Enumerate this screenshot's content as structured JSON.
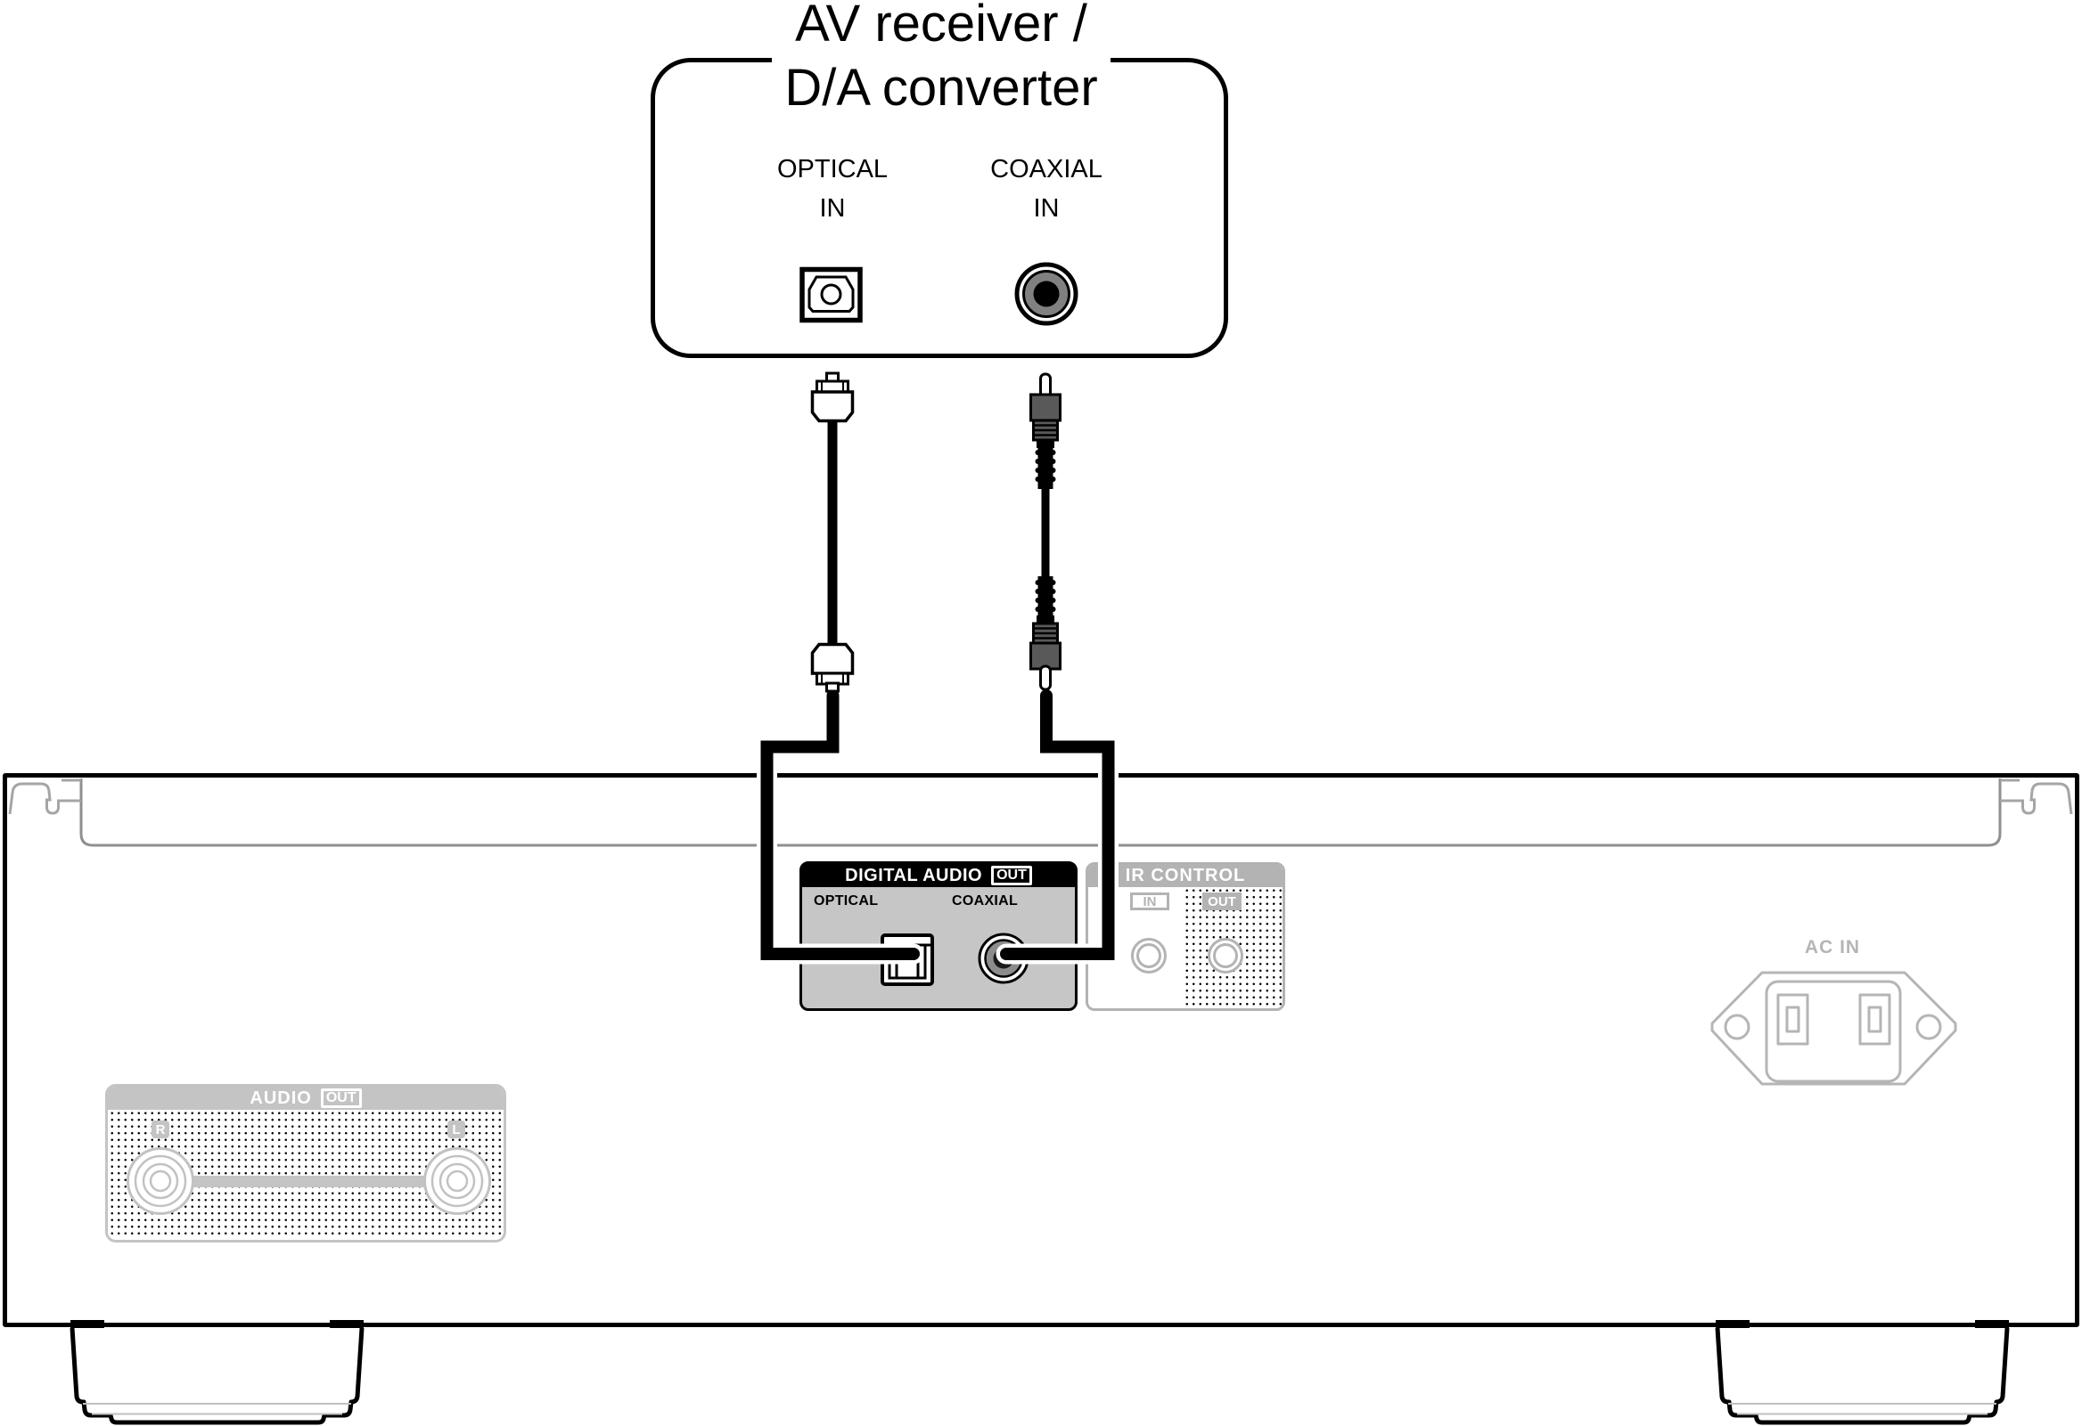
{
  "receiver": {
    "title_line1": "AV receiver /",
    "title_line2": "D/A converter",
    "ports": {
      "optical": {
        "label": "OPTICAL",
        "sublabel": "IN",
        "icon": "toslink-in-port-icon"
      },
      "coaxial": {
        "label": "COAXIAL",
        "sublabel": "IN",
        "icon": "coax-in-port-icon"
      }
    }
  },
  "cables": {
    "optical": {
      "icon": "optical-cable-icon"
    },
    "coaxial": {
      "icon": "coaxial-cable-icon"
    }
  },
  "unit": {
    "digital_audio": {
      "header": "DIGITAL AUDIO",
      "badge": "OUT",
      "optical_label": "OPTICAL",
      "coaxial_label": "COAXIAL"
    },
    "ir_control": {
      "header": "IR CONTROL",
      "in_label": "IN",
      "out_label": "OUT"
    },
    "ac_in": {
      "label": "AC IN"
    },
    "audio_out": {
      "header": "AUDIO",
      "badge": "OUT",
      "right_label": "R",
      "left_label": "L"
    }
  },
  "colors": {
    "outline_black": "#000000",
    "panel_gray": "#c6c6c6",
    "inactive_gray": "#b5b5b5",
    "barrel_gray": "#595959",
    "ring_gray": "#8c8c8c"
  }
}
